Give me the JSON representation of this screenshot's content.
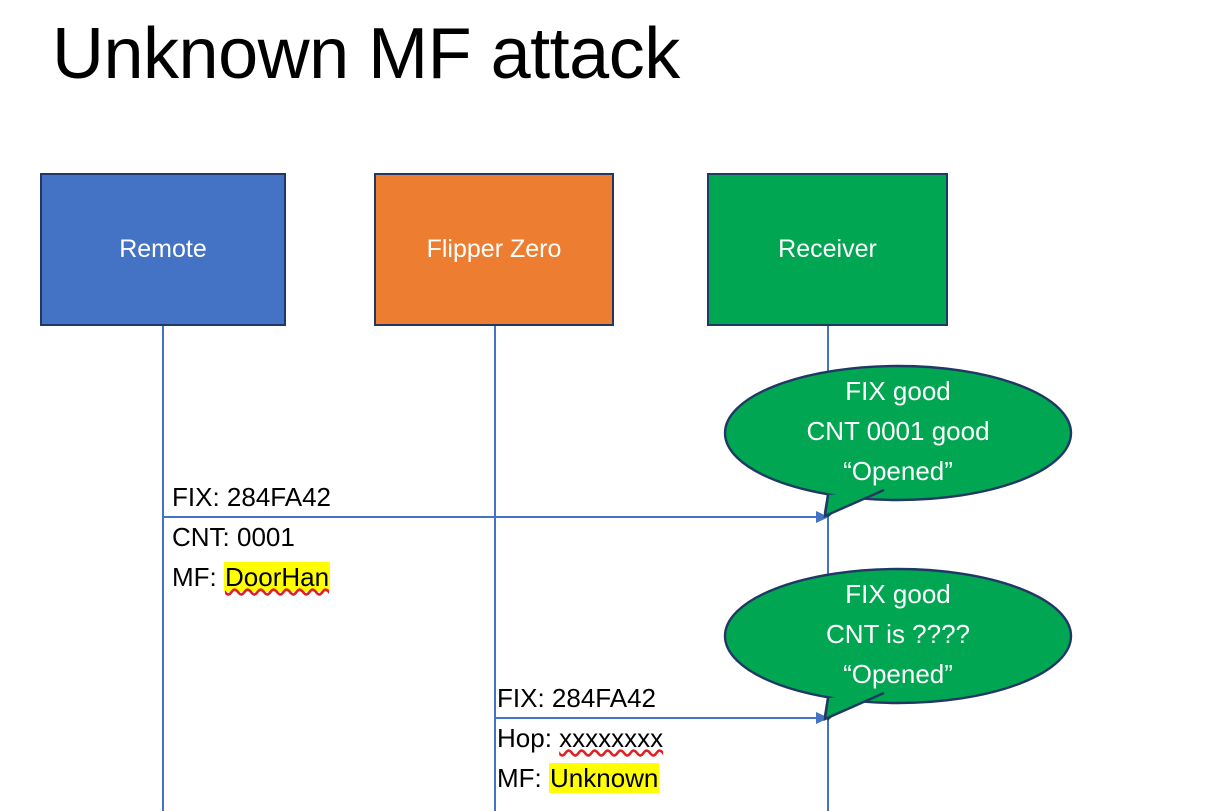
{
  "slide": {
    "title": "Unknown MF attack",
    "colors": {
      "remote_fill": "#4472C4",
      "flipper_fill": "#ED7D31",
      "receiver_fill": "#00A651",
      "box_border": "#1F3864",
      "line": "#4472C4",
      "highlight": "#FFFF00",
      "text": "#000000",
      "box_text": "#FFFFFF"
    }
  },
  "actors": [
    {
      "id": "remote",
      "label": "Remote"
    },
    {
      "id": "flipper",
      "label": "Flipper Zero"
    },
    {
      "id": "receiver",
      "label": "Receiver"
    }
  ],
  "messages": [
    {
      "id": "msg-1",
      "from": "remote",
      "to": "receiver",
      "lines": [
        {
          "label": "FIX:",
          "value": "284FA42",
          "highlight": false,
          "spellcheck_error": false
        },
        {
          "label": "CNT:",
          "value": "0001",
          "highlight": false,
          "spellcheck_error": false
        },
        {
          "label": "MF:",
          "value": "DoorHan",
          "highlight": true,
          "spellcheck_error": true
        }
      ]
    },
    {
      "id": "msg-2",
      "from": "flipper",
      "to": "receiver",
      "lines": [
        {
          "label": "FIX:",
          "value": "284FA42",
          "highlight": false,
          "spellcheck_error": false
        },
        {
          "label": "Hop:",
          "value": "xxxxxxxx",
          "highlight": false,
          "spellcheck_error": true
        },
        {
          "label": "MF:",
          "value": "Unknown",
          "highlight": true,
          "spellcheck_error": false
        }
      ]
    }
  ],
  "callouts": [
    {
      "id": "callout-1",
      "owner": "receiver",
      "lines": [
        "FIX good",
        "CNT 0001 good",
        "“Opened”"
      ]
    },
    {
      "id": "callout-2",
      "owner": "receiver",
      "lines": [
        "FIX good",
        "CNT is ????",
        "“Opened”"
      ]
    }
  ]
}
